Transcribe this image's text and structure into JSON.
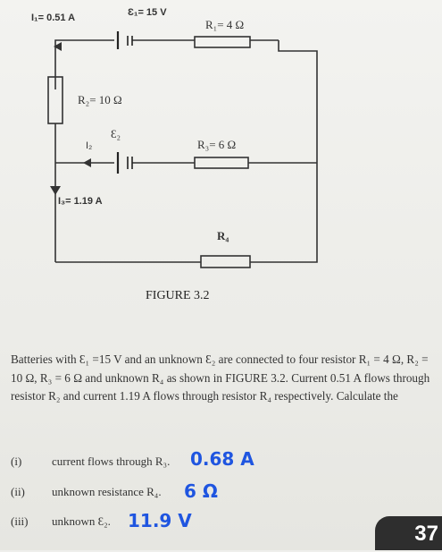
{
  "figure": {
    "I1_label": "I₁= 0.51 A",
    "E1_label": "Ɛ₁= 15 V",
    "R1_label": "R₁= 4 Ω",
    "R2_label": "R₂= 10 Ω",
    "E2_label": "Ɛ₂",
    "I2_label": "I₂",
    "R3_label": "R₃= 6 Ω",
    "I3_label": "I₃= 1.19 A",
    "R4_label": "R₄",
    "caption": "FIGURE 3.2"
  },
  "problem": {
    "text": "Batteries with Ɛ₁ =15 V and an unknown Ɛ₂ are connected to four resistor R₁ = 4 Ω, R₂ = 10 Ω, R₃ = 6 Ω and unknown R₄ as shown in FIGURE 3.2. Current 0.51 A flows through resistor R₂ and current 1.19 A flows through resistor R₄ respectively. Calculate the",
    "questions": [
      {
        "num": "(i)",
        "text": "current flows through R₃.",
        "answer": "0.68 A"
      },
      {
        "num": "(ii)",
        "text": "unknown resistance R₄.",
        "answer": "6 Ω"
      },
      {
        "num": "(iii)",
        "text": "unknown Ɛ₂.",
        "answer": "11.9 V"
      }
    ]
  },
  "page_number": "37"
}
